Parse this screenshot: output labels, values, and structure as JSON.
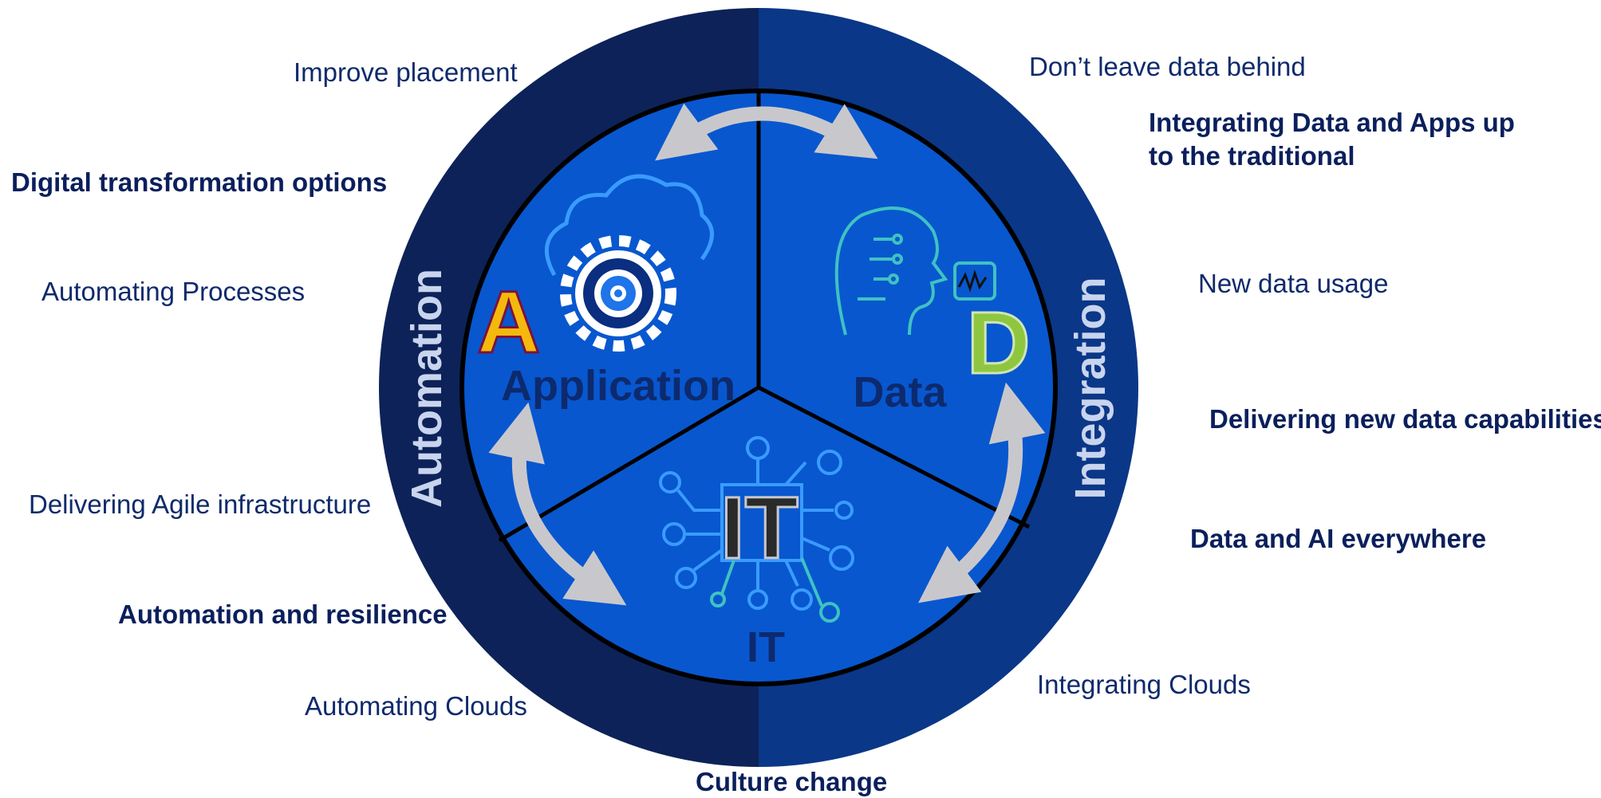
{
  "colors": {
    "outer_ring_left": "#0d2258",
    "outer_ring_right": "#0a3787",
    "inner_circle": "#0857cf",
    "inner_divider": "#000000",
    "arrow": "#c8c8cc",
    "text_dark_navy": "#0a1f5c",
    "letter_a": "#f5b80c",
    "letter_d": "#8fc63f",
    "letter_it": "#2a2a2a",
    "icon_line_cyan": "#3fc2c2",
    "icon_line_blue": "#3a9bff"
  },
  "ring": {
    "left_label": "Automation",
    "right_label": "Integration"
  },
  "segments": {
    "application": {
      "label": "Application",
      "letter": "A",
      "icon": "cloud-gear-icon"
    },
    "data": {
      "label": "Data",
      "letter": "D",
      "icon": "ai-head-icon"
    },
    "it": {
      "label": "IT",
      "letter": "IT",
      "icon": "circuit-chip-icon"
    }
  },
  "outer_labels": {
    "improve_placement": "Improve placement",
    "digital_transformation": "Digital transformation options",
    "automating_processes": "Automating Processes",
    "delivering_agile": "Delivering Agile infrastructure",
    "automation_resilience": "Automation and resilience",
    "automating_clouds": "Automating Clouds",
    "culture_change": "Culture change",
    "dont_leave_data": "Don’t leave data behind",
    "integrating_data_apps_line1": "Integrating Data and Apps up",
    "integrating_data_apps_line2": "to the traditional",
    "new_data_usage": "New data usage",
    "delivering_new_data": "Delivering new data capabilities",
    "data_ai_everywhere": "Data and AI everywhere",
    "integrating_clouds": "Integrating Clouds"
  }
}
